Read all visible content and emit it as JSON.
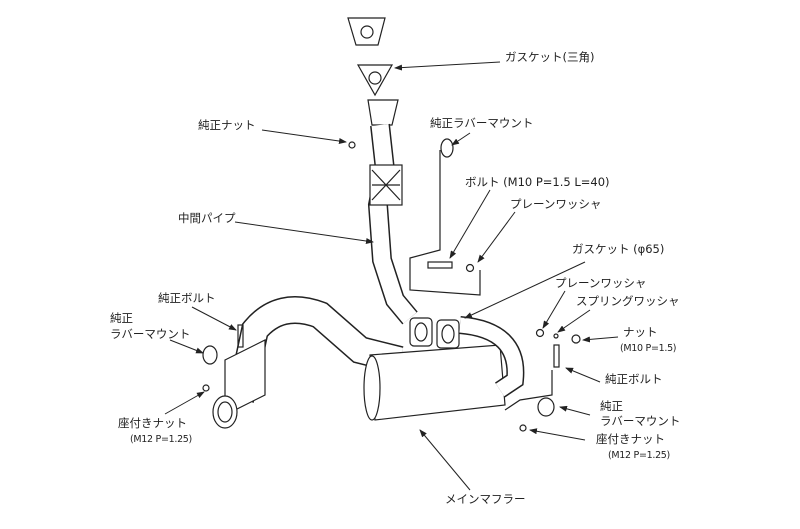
{
  "labels": {
    "gasket_triangle": "ガスケット(三角)",
    "oem_nut": "純正ナット",
    "oem_rubber_mount_top": "純正ラバーマウント",
    "bolt": "ボルト (M10 P=1.5 L=40)",
    "plain_washer_top": "プレーンワッシャ",
    "mid_pipe": "中間パイプ",
    "gasket_65": "ガスケット (φ65)",
    "plain_washer_mid": "プレーンワッシャ",
    "spring_washer": "スプリングワッシャ",
    "nut": "ナット",
    "nut_spec": "(M10 P=1.5)",
    "oem_bolt_left": "純正ボルト",
    "oem_rubber_mount_left_1": "純正",
    "oem_rubber_mount_left_2": "ラバーマウント",
    "oem_bolt_right": "純正ボルト",
    "oem_rubber_mount_right_1": "純正",
    "oem_rubber_mount_right_2": "ラバーマウント",
    "flange_nut_left": "座付きナット",
    "flange_nut_left_spec": "(M12 P=1.25)",
    "flange_nut_right": "座付きナット",
    "flange_nut_right_spec": "(M12 P=1.25)",
    "main_muffler": "メインマフラー"
  }
}
